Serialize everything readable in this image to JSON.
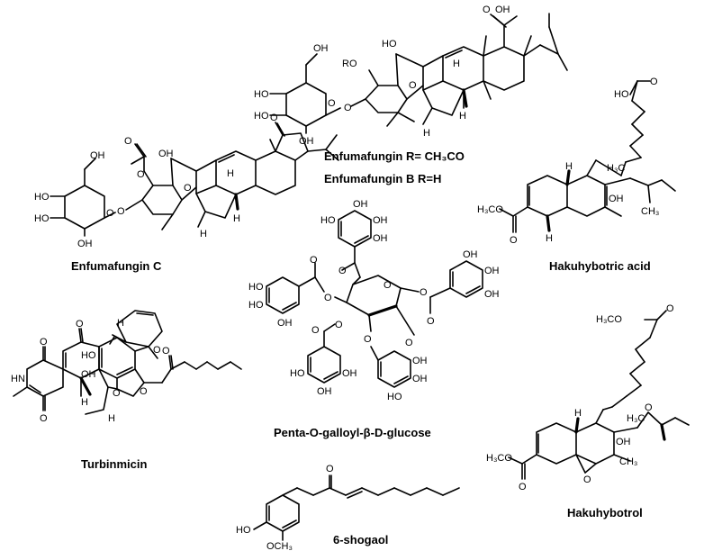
{
  "captions": {
    "enfumafungin": "Enfumafungin R= CH₃CO",
    "enfumafungin_b": "Enfumafungin B R=H",
    "enfumafungin_c": "Enfumafungin C",
    "hakuhybotric_acid": "Hakuhybotric acid",
    "penta_galloyl": "Penta-O-galloyl-β-D-glucose",
    "turbinmicin": "Turbinmicin",
    "hakuhybotrol": "Hakuhybotrol",
    "shogaol": "6-shogaol"
  },
  "atoms": {
    "enf_oh_top": "OH",
    "enf_o_top": "O",
    "enf_ho": "HO",
    "enf_ro": "RO",
    "enf_o_ring": "O",
    "enf_h1": "H",
    "enf_h2": "H",
    "enf_h3": "H",
    "enf_sugar_oh1": "OH",
    "enf_sugar_ho1": "HO",
    "enf_sugar_ho2": "HO",
    "enf_sugar_oh2": "OH",
    "enf_sugar_o1": "O",
    "enf_sugar_o2": "O",
    "enfc_o_ketone": "O",
    "enfc_o_ester": "O",
    "enfc_o_ester2": "O",
    "enfc_oh": "OH",
    "enfc_o_ring": "O",
    "enfc_h1": "H",
    "enfc_h2": "H",
    "enfc_h3": "H",
    "enfc_sugar_oh": "OH",
    "enfc_sugar_ho1": "HO",
    "enfc_sugar_ho2": "HO",
    "enfc_sugar_oh2": "OH",
    "enfc_sugar_o1": "O",
    "enfc_sugar_o2": "O",
    "hak_ho": "HO",
    "hak_o": "O",
    "hak_h3c": "H₃C",
    "hak_oh": "OH",
    "hak_ch3": "CH₃",
    "hak_h3co": "H₃CO",
    "hak_o2": "O",
    "hak_h1": "H",
    "hak_h2": "H",
    "pgg_oh1": "OH",
    "pgg_ho_top": "HO",
    "pgg_oh_top": "OH",
    "pgg_oh2": "OH",
    "pgg_ho_l1": "HO",
    "pgg_ho_l2": "HO",
    "pgg_oh_l3": "OH",
    "pgg_o1": "O",
    "pgg_o2": "O",
    "pgg_o3": "O",
    "pgg_o4": "O",
    "pgg_o5": "O",
    "pgg_o6": "O",
    "pgg_o7": "O",
    "pgg_o8": "O",
    "pgg_o9": "O",
    "pgg_o10": "O",
    "pgg_oh_r1": "OH",
    "pgg_oh_r2": "OH",
    "pgg_oh_r3": "OH",
    "pgg_ho_b1": "HO",
    "pgg_oh_b2": "OH",
    "pgg_oh_b3": "OH",
    "pgg_oh_b4": "OH",
    "pgg_oh_b5": "OH",
    "pgg_ho_b6": "HO",
    "tur_o1": "O",
    "tur_ho": "HO",
    "tur_o2": "O",
    "tur_hn": "HN",
    "tur_oh": "OH",
    "tur_o3": "O",
    "tur_h1": "H",
    "tur_h2": "H",
    "tur_o4": "O",
    "tur_o5": "O",
    "tur_o6": "O",
    "tur_o7": "O",
    "tur_h3": "H",
    "hkb_h3co": "H₃CO",
    "hkb_o1": "O",
    "hkb_h3c": "H₃C",
    "hkb_o_ep": "O",
    "hkb_oh": "OH",
    "hkb_o2": "O",
    "hkb_h3co2": "H₃CO",
    "hkb_ch3": "CH₃",
    "hkb_o_ep2": "O",
    "hkb_h": "H",
    "sho_o": "O",
    "sho_ho": "HO",
    "sho_och3": "OCH₃"
  }
}
